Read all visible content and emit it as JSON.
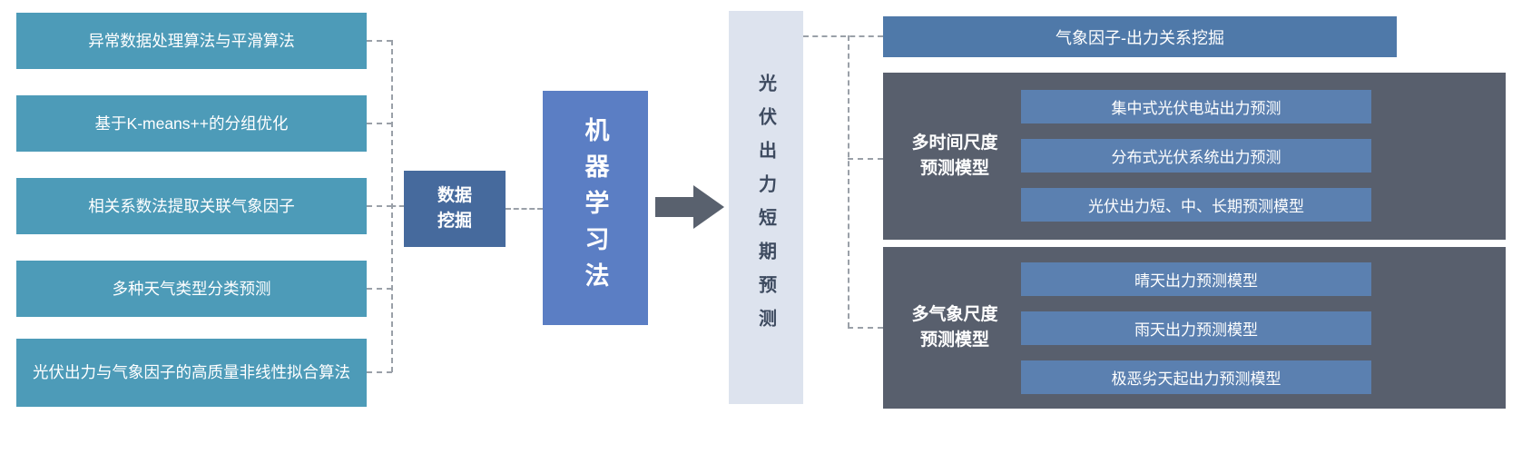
{
  "colors": {
    "teal_box": "#4d9bb8",
    "data_mining_box": "#466a9d",
    "ml_box": "#5b7ec4",
    "arrow": "#59616e",
    "center_bar_bg": "#dde3ee",
    "center_bar_text": "#3d4a5f",
    "right_top_box": "#4f79a9",
    "group_container": "#585f6d",
    "inner_box": "#5b80b0",
    "connector": "#9aa0a8"
  },
  "left_panel": {
    "items": [
      "异常数据处理算法与平滑算法",
      "基于K-means++的分组优化",
      "相关系数法提取关联气象因子",
      "多种天气类型分类预测",
      "光伏出力与气象因子的高质量非线性拟合算法"
    ]
  },
  "flow": {
    "data_mining": "数据\n挖掘",
    "ml_method": "机器学习法",
    "center_bar": "光伏出力短期预测"
  },
  "right_panel": {
    "top_box": "气象因子-出力关系挖掘",
    "time_group": {
      "label": "多时间尺度\n预测模型",
      "items": [
        "集中式光伏电站出力预测",
        "分布式光伏系统出力预测",
        "光伏出力短、中、长期预测模型"
      ]
    },
    "weather_group": {
      "label": "多气象尺度\n预测模型",
      "items": [
        "晴天出力预测模型",
        "雨天出力预测模型",
        "极恶劣天起出力预测模型"
      ]
    }
  }
}
